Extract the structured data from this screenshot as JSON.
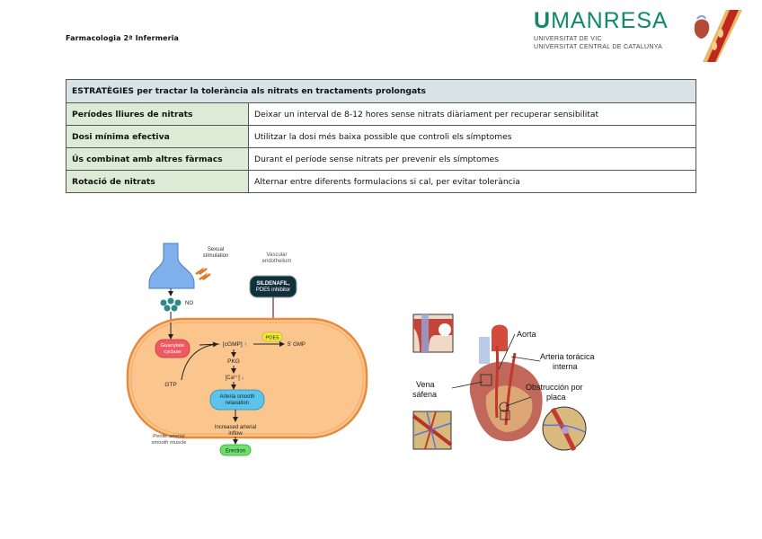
{
  "header": {
    "course_title": "Farmacologia 2ª Infermeria",
    "logo": {
      "brand_bold": "U",
      "brand_rest": "MANRESA",
      "line1": "UNIVERSITAT DE VIC",
      "line2": "UNIVERSITAT CENTRAL DE CATALUNYA",
      "brand_color": "#0e8a6a"
    },
    "header_image_icon": "artery-heart-illustration"
  },
  "table": {
    "title": "ESTRATÈGIES per tractar la tolerància als nitrats en tractaments prolongats",
    "rows": [
      {
        "label": "Períodes lliures de nitrats",
        "description": "Deixar un interval de 8-12 hores sense nitrats diàriament per recuperar sensibilitat"
      },
      {
        "label": "Dosi mínima efectiva",
        "description": "Utilitzar la dosi més baixa possible que controli els símptomes"
      },
      {
        "label": "Ús combinat amb altres fàrmacs",
        "description": "Durant el període sense nitrats per prevenir els símptomes"
      },
      {
        "label": "Rotació de nitrats",
        "description": "Alternar entre diferents formulacions si cal, per evitar tolerància"
      }
    ],
    "colors": {
      "title_bg": "#d7e3e7",
      "label_bg": "#dcebd6"
    }
  },
  "diagram_pathway": {
    "sexual_stimulation": [
      "Sexual",
      "stimulation"
    ],
    "vascular_endothelium": [
      "Vascular",
      "endothelium"
    ],
    "sildenafil": [
      "SILDENAFIL,",
      "PDE5 inhibitor"
    ],
    "no": "NO",
    "guanylate_cyclase": [
      "Guanylate",
      "cyclase"
    ],
    "gtp": "GTP",
    "cgmp": "[cGMP] ↑",
    "pde5": "PDE5",
    "gmp": "5' GMP",
    "pkg": "PKG",
    "calcium": "[Ca²⁺] ↓",
    "relaxation": [
      "Arteria smooth",
      "relaxation"
    ],
    "inflow": [
      "Increased arterial",
      "inflow"
    ],
    "erection": "Erection",
    "muscle_label": [
      "Penile arterial",
      "smooth muscle"
    ]
  },
  "diagram_heart": {
    "aorta": "Aorta",
    "arteria": [
      "Arteria torácica",
      "interna"
    ],
    "vena": [
      "Vena",
      "sáfena"
    ],
    "obstruccion": [
      "Obstrucción por",
      "placa"
    ]
  }
}
